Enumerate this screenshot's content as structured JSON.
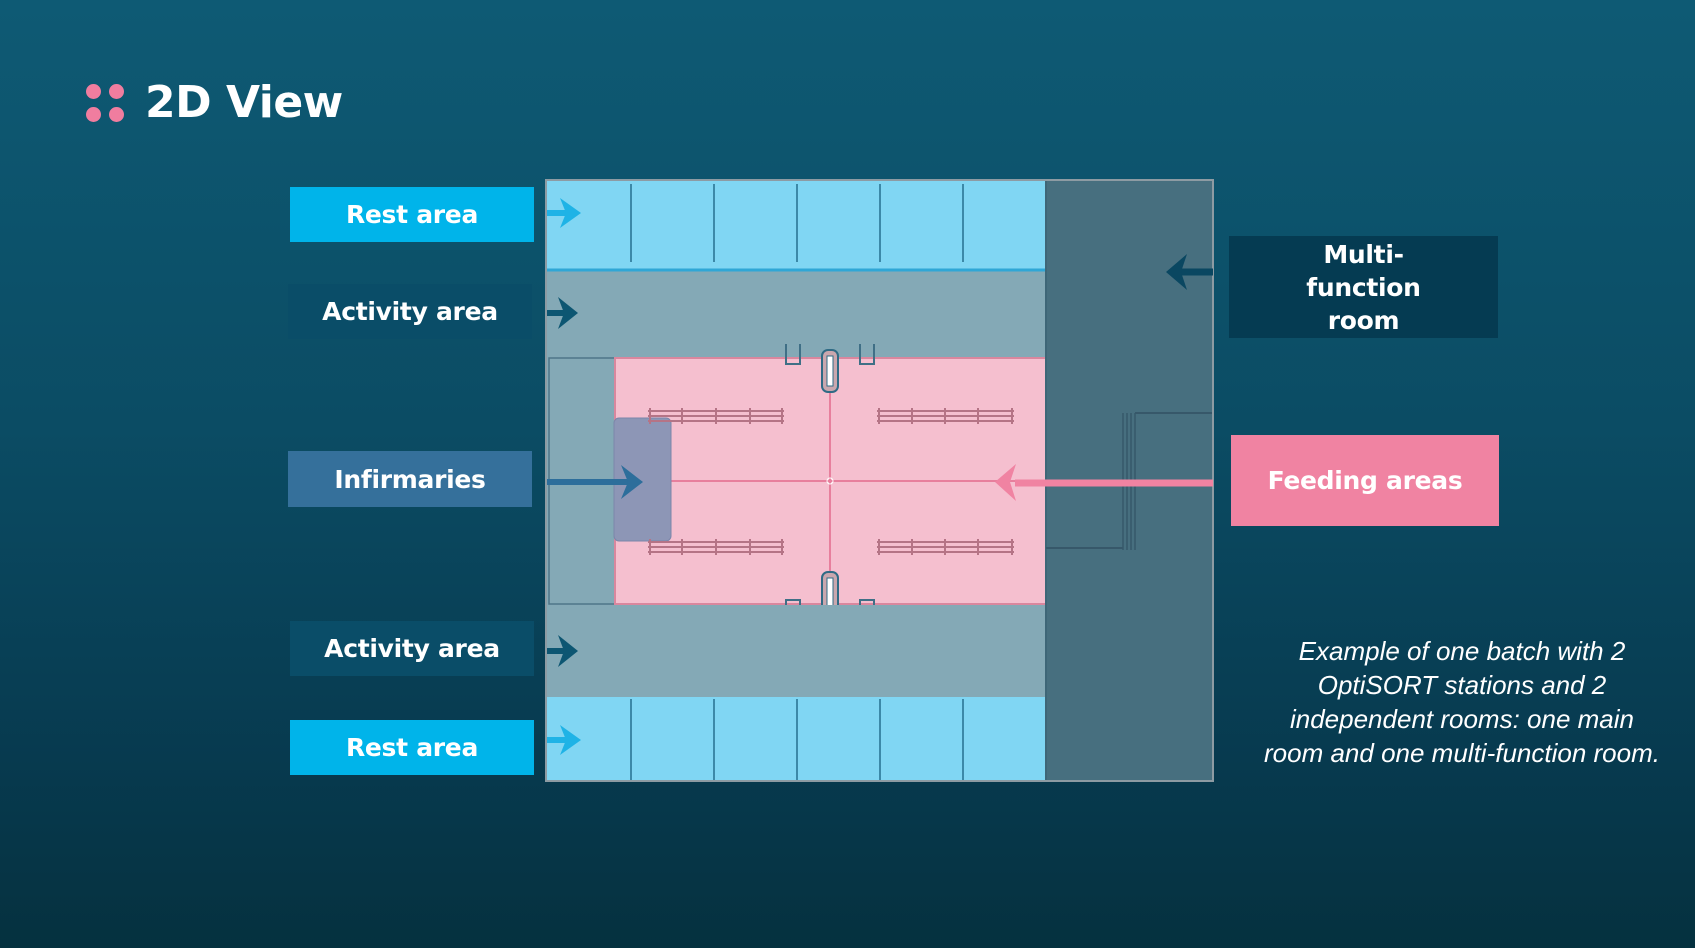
{
  "header": {
    "title": "2D View",
    "icon": "four-dots-icon"
  },
  "colors": {
    "accent_pink": "#f07d9f",
    "rest_blue": "#00b4ea",
    "activity_dark": "#0a4d68",
    "infirmary_blue": "#35709b",
    "multifunction_dark": "#053b52",
    "feeding_pink": "#f083a2"
  },
  "labels": {
    "rest_top": "Rest area",
    "activity_top": "Activity area",
    "infirmaries": "Infirmaries",
    "activity_bottom": "Activity area",
    "rest_bottom": "Rest area",
    "multifunction": "Multi-function room",
    "feeding": "Feeding areas"
  },
  "floorplan": {
    "zones": [
      "Rest area",
      "Activity area",
      "Main room feeding area",
      "Infirmary",
      "Activity area",
      "Rest area",
      "Multi-function room"
    ],
    "rest_pens_per_row": 6,
    "optisort_stations": 2,
    "feeding_troughs": 4
  },
  "note": "Example of one batch with 2 OptiSORT stations and 2 independent rooms: one main room and one multi-function room."
}
